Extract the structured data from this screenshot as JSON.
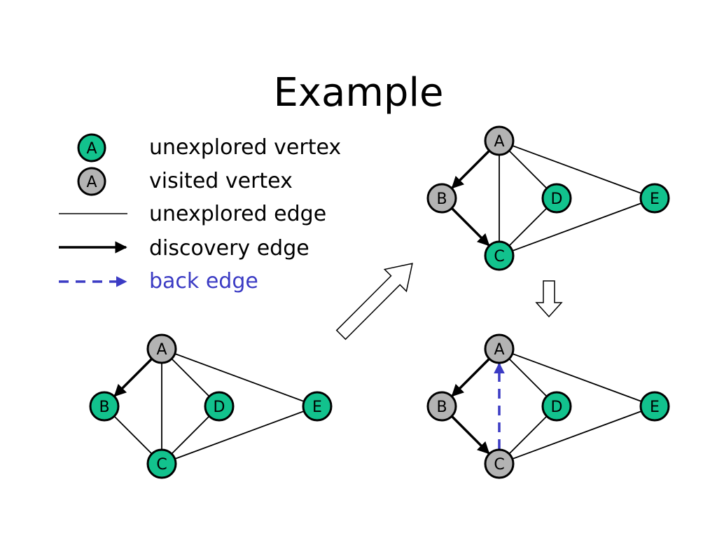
{
  "title": "Example",
  "colors": {
    "unexplored": "#12c28d",
    "visited": "#b3b3b3",
    "back_edge": "#3b3bc4",
    "stroke": "#000000"
  },
  "legend": [
    {
      "key": "unexplored-vertex",
      "label": "unexplored vertex",
      "sample": "A"
    },
    {
      "key": "visited-vertex",
      "label": "visited vertex",
      "sample": "A"
    },
    {
      "key": "unexplored-edge",
      "label": "unexplored edge"
    },
    {
      "key": "discovery-edge",
      "label": "discovery edge"
    },
    {
      "key": "back-edge",
      "label": "back edge"
    }
  ],
  "graphs": [
    {
      "id": "bottom-left",
      "visited": [
        "A"
      ],
      "discovery": [
        [
          "A",
          "B"
        ]
      ],
      "back": []
    },
    {
      "id": "top-right",
      "visited": [
        "A",
        "B"
      ],
      "discovery": [
        [
          "A",
          "B"
        ],
        [
          "B",
          "C"
        ]
      ],
      "back": []
    },
    {
      "id": "bottom-right",
      "visited": [
        "A",
        "B",
        "C"
      ],
      "discovery": [
        [
          "A",
          "B"
        ],
        [
          "B",
          "C"
        ]
      ],
      "back": [
        [
          "C",
          "A"
        ]
      ]
    }
  ],
  "vertices": [
    "A",
    "B",
    "C",
    "D",
    "E"
  ],
  "edges": [
    [
      "A",
      "B"
    ],
    [
      "A",
      "C"
    ],
    [
      "A",
      "D"
    ],
    [
      "A",
      "E"
    ],
    [
      "B",
      "C"
    ],
    [
      "C",
      "D"
    ],
    [
      "C",
      "E"
    ]
  ],
  "transitions": [
    {
      "from": "bottom-left",
      "to": "top-right",
      "arrow": "hollow-diagonal"
    },
    {
      "from": "top-right",
      "to": "bottom-right",
      "arrow": "hollow-down"
    }
  ]
}
